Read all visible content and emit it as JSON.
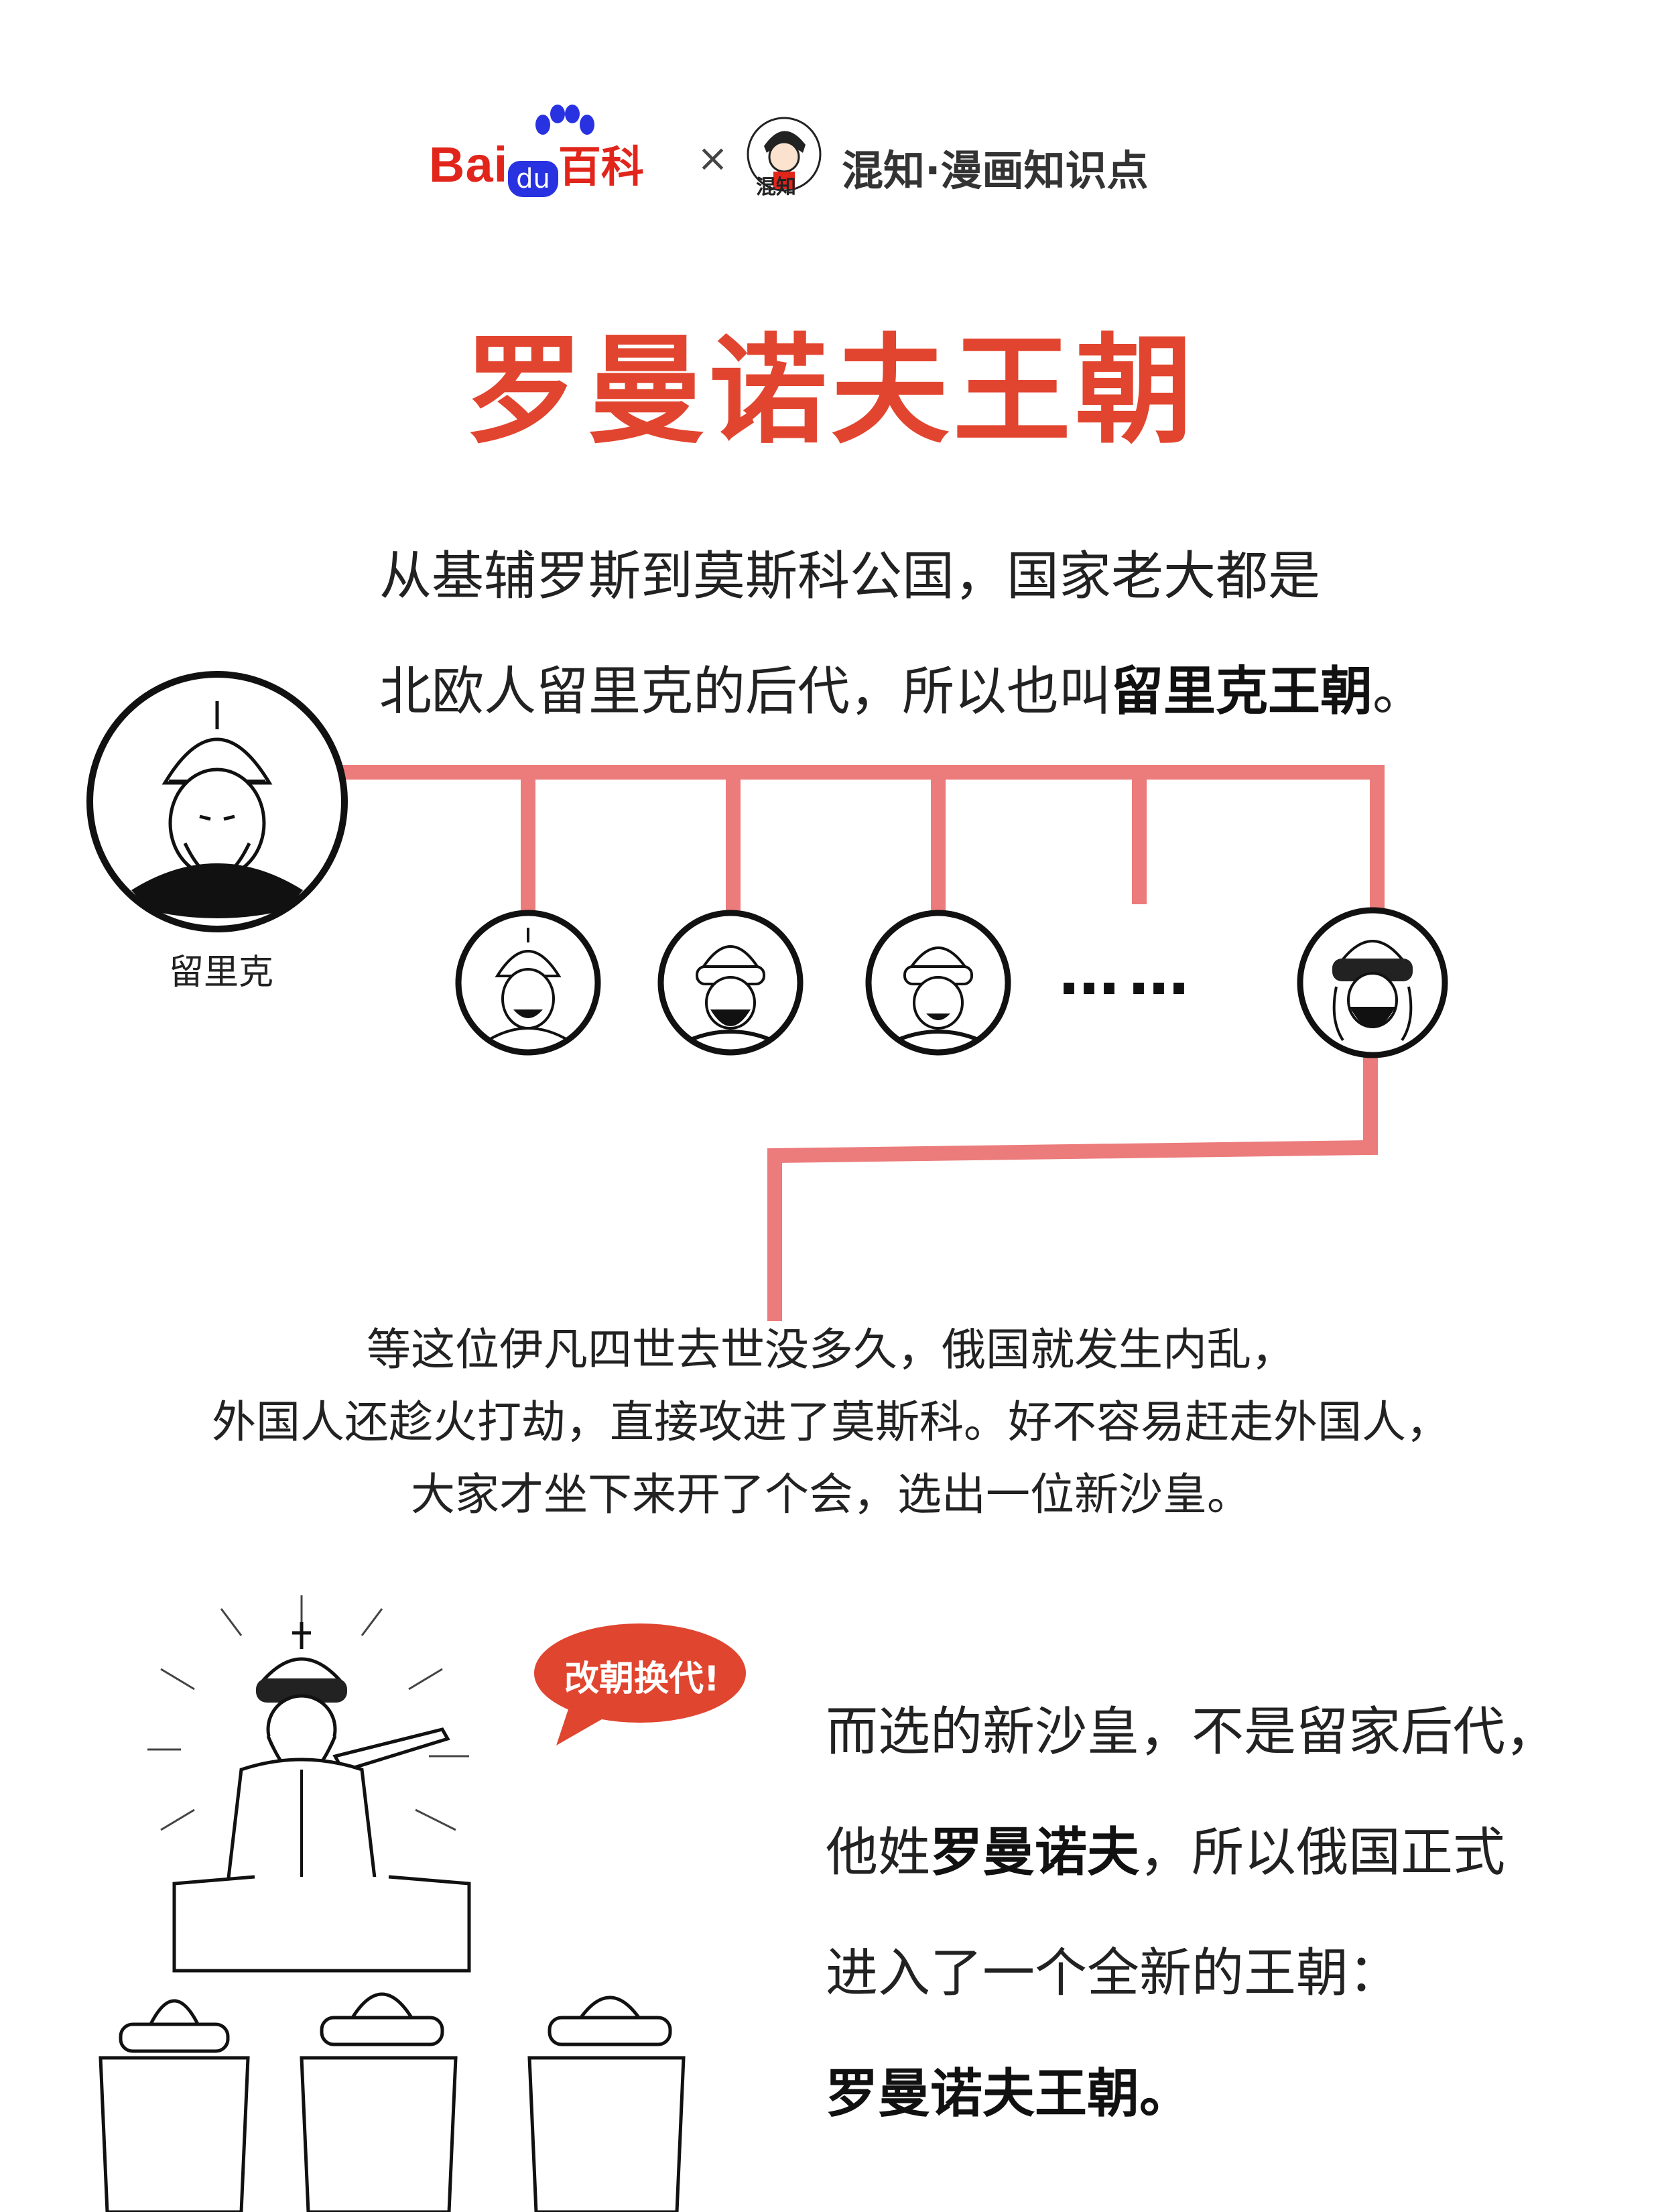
{
  "header": {
    "baidu_text": "Bai",
    "baidu_du": "du",
    "baike_text": "百科",
    "cross": "×",
    "partner_badge": "混知",
    "partner_name": "混知·漫画知识点"
  },
  "title": "罗曼诺夫王朝",
  "intro": {
    "line1": "从基辅罗斯到莫斯科公国，国家老大都是",
    "line2_plain": "北欧人留里克的后代，所以也叫",
    "line2_bold": "留里克王朝",
    "line2_end": "。"
  },
  "tree": {
    "root_caption": "留里克",
    "ellipsis": "……",
    "line_color": "#ec7b7b",
    "descendant_icons": [
      "helmet-ruler-icon",
      "fur-hat-ruler-icon",
      "fur-hat-ruler-icon",
      "ivan-the-fourth-icon"
    ]
  },
  "story": {
    "line1": "等这位伊凡四世去世没多久，俄国就发生内乱，",
    "line2": "外国人还趁火打劫，直接攻进了莫斯科。好不容易赶走外国人，",
    "line3": "大家才坐下来开了个会，选出一位新沙皇。"
  },
  "bubble": {
    "text": "改朝换代!",
    "color": "#e0452f"
  },
  "outro": {
    "line1": "而选的新沙皇，不是留家后代，",
    "line2_plain1": "他姓",
    "line2_bold": "罗曼诺夫",
    "line2_plain2": "，所以俄国正式",
    "line3": "进入了一个全新的王朝：",
    "line4": "罗曼诺夫王朝。"
  },
  "colors": {
    "accent_red": "#e2452f",
    "baidu_red": "#e1251b",
    "baidu_blue": "#2932e1"
  }
}
